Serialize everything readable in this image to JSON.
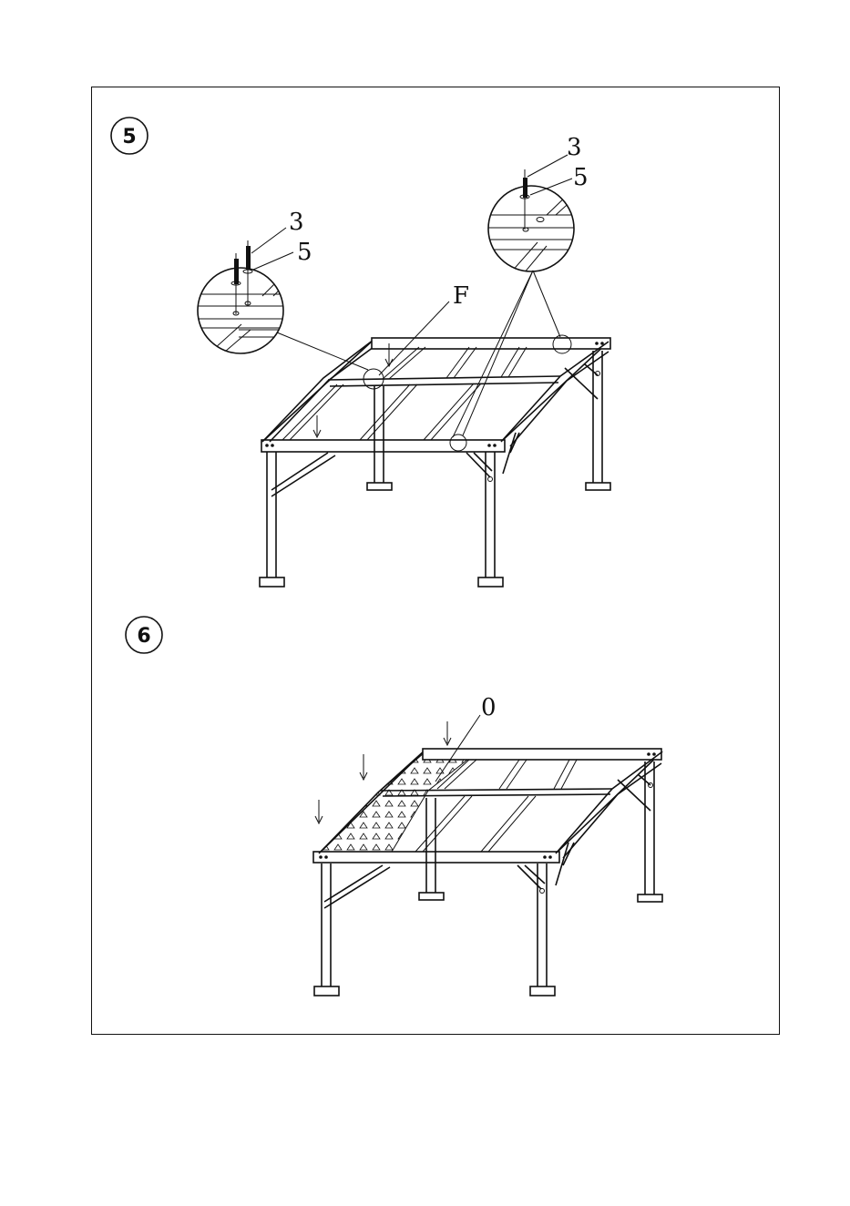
{
  "steps": [
    {
      "number": "5",
      "part_labels": {
        "bolt": "3",
        "washer": "5",
        "beam": "F"
      },
      "icons": [
        "detail-magnifier-icon",
        "bolt-icon",
        "washer-icon",
        "down-arrow-icon"
      ]
    },
    {
      "number": "6",
      "part_labels": {
        "panel": "0"
      },
      "icons": [
        "down-arrow-icon",
        "roof-panel-icon"
      ]
    }
  ],
  "colors": {
    "ink": "#111111",
    "paper": "#ffffff"
  }
}
